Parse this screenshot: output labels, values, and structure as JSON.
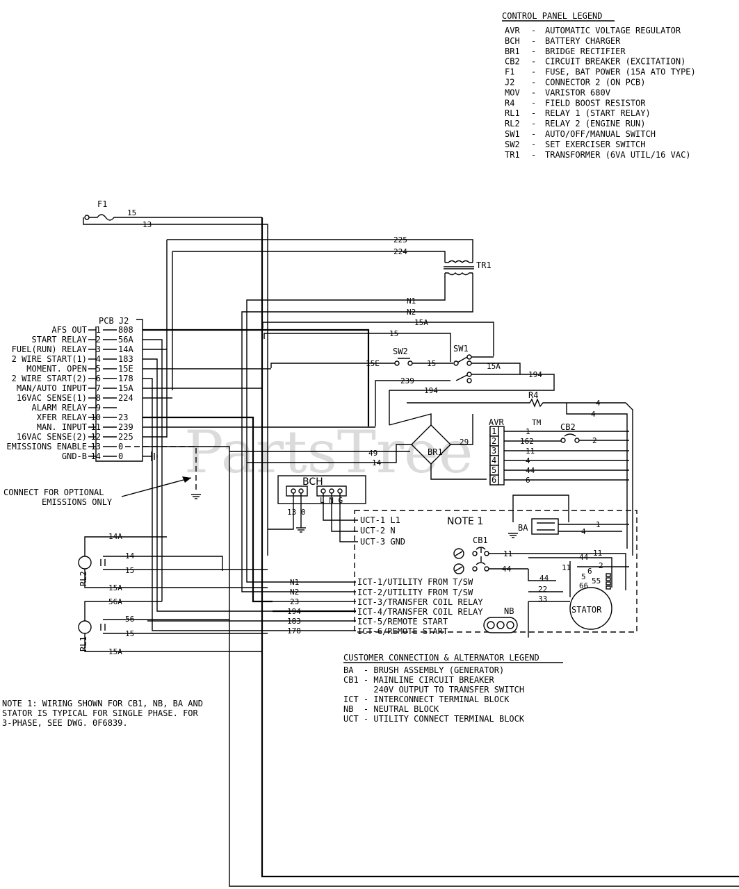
{
  "control_panel_legend": {
    "title": "CONTROL PANEL LEGEND",
    "items": [
      {
        "code": "AVR",
        "desc": "AUTOMATIC VOLTAGE REGULATOR"
      },
      {
        "code": "BCH",
        "desc": "BATTERY CHARGER"
      },
      {
        "code": "BR1",
        "desc": "BRIDGE RECTIFIER"
      },
      {
        "code": "CB2",
        "desc": "CIRCUIT BREAKER (EXCITATION)"
      },
      {
        "code": "F1",
        "desc": "FUSE, BAT POWER (15A ATO TYPE)"
      },
      {
        "code": "J2",
        "desc": "CONNECTOR 2 (ON PCB)"
      },
      {
        "code": "MOV",
        "desc": "VARISTOR 680V"
      },
      {
        "code": "R4",
        "desc": "FIELD BOOST RESISTOR"
      },
      {
        "code": "RL1",
        "desc": "RELAY 1 (START RELAY)"
      },
      {
        "code": "RL2",
        "desc": "RELAY 2 (ENGINE RUN)"
      },
      {
        "code": "SW1",
        "desc": "AUTO/OFF/MANUAL SWITCH"
      },
      {
        "code": "SW2",
        "desc": "SET EXERCISER SWITCH"
      },
      {
        "code": "TR1",
        "desc": "TRANSFORMER (6VA UTIL/16 VAC)"
      }
    ]
  },
  "customer_legend": {
    "title": "CUSTOMER CONNECTION & ALTERNATOR LEGEND",
    "lines": [
      "BA  - BRUSH ASSEMBLY (GENERATOR)",
      "CB1 - MAINLINE CIRCUIT BREAKER",
      "      240V OUTPUT TO TRANSFER SWITCH",
      "ICT - INTERCONNECT TERMINAL BLOCK",
      "NB  - NEUTRAL BLOCK",
      "UCT - UTILITY CONNECT TERMINAL BLOCK"
    ]
  },
  "note1": {
    "lines": [
      "NOTE 1: WIRING SHOWN FOR CB1, NB, BA AND",
      "STATOR IS TYPICAL FOR SINGLE PHASE. FOR",
      "3-PHASE, SEE DWG. 0F6839."
    ]
  },
  "pcb": {
    "title": "PCB J2",
    "pins": [
      {
        "label": "AFS OUT",
        "pin": "1",
        "wire": "808"
      },
      {
        "label": "START RELAY",
        "pin": "2",
        "wire": "56A"
      },
      {
        "label": "FUEL(RUN) RELAY",
        "pin": "3",
        "wire": "14A"
      },
      {
        "label": "2 WIRE START(1)",
        "pin": "4",
        "wire": "183"
      },
      {
        "label": "MOMENT. OPEN",
        "pin": "5",
        "wire": "15E"
      },
      {
        "label": "2 WIRE START(2)",
        "pin": "6",
        "wire": "178"
      },
      {
        "label": "MAN/AUTO INPUT",
        "pin": "7",
        "wire": "15A"
      },
      {
        "label": "16VAC SENSE(1)",
        "pin": "8",
        "wire": "224"
      },
      {
        "label": "ALARM RELAY",
        "pin": "9",
        "wire": ""
      },
      {
        "label": "XFER RELAY",
        "pin": "10",
        "wire": "23"
      },
      {
        "label": "MAN. INPUT",
        "pin": "11",
        "wire": "239"
      },
      {
        "label": "16VAC SENSE(2)",
        "pin": "12",
        "wire": "225"
      },
      {
        "label": "EMISSIONS ENABLE",
        "pin": "13",
        "wire": "0"
      },
      {
        "label": "GND-B",
        "pin": "14",
        "wire": "0"
      }
    ]
  },
  "labels": {
    "f1": "F1",
    "w15": "15",
    "w13": "13",
    "w225": "225",
    "w224": "224",
    "tr1": "TR1",
    "n1": "N1",
    "n2": "N2",
    "w15a": "15A",
    "w15b": "15",
    "sw2": "SW2",
    "sw1": "SW1",
    "w15e": "15E",
    "w15c": "15",
    "w15a2": "15A",
    "w194": "194",
    "w239": "239",
    "w194b": "194",
    "r4": "R4",
    "w4a": "4",
    "w4b": "4",
    "avr": "AVR",
    "cb2": "CB2",
    "w29": "29",
    "br1": "BR1",
    "w49": "49",
    "w14": "14",
    "bch": "BCH",
    "bch_lng": "L N G",
    "w13b": "13 0",
    "connect_optional": "CONNECT FOR OPTIONAL",
    "emissions_only": "EMISSIONS ONLY",
    "uct1": "UCT-1  L1",
    "uct2": "UCT-2  N",
    "uct3": "UCT-3 GND",
    "note1_box": "NOTE 1",
    "ba": "BA",
    "w1": "1",
    "w4c": "4",
    "cb1": "CB1",
    "w11": "11",
    "w44": "44",
    "w14a": "14A",
    "w14b": "14",
    "w15d": "15",
    "w15a3": "15A",
    "w56a": "56A",
    "w56": "56",
    "w15e2": "15",
    "w15a4": "15A",
    "rl2": "RL2",
    "rl1": "RL1",
    "ict1": "ICT-1/UTILITY FROM T/SW",
    "ict2": "ICT-2/UTILITY FROM T/SW",
    "ict3": "ICT-3/TRANSFER COIL RELAY",
    "ict4": "ICT-4/TRANSFER COIL RELAY",
    "ict5": "ICT-5/REMOTE START",
    "ict6": "ICT-6/REMOTE START",
    "wn1": "N1",
    "wn2": "N2",
    "w23": "23",
    "w194c": "194",
    "w183": "183",
    "w178": "178",
    "nb": "NB",
    "stator": "STATOR",
    "s11": "11",
    "s44": "44",
    "s2": "2",
    "s6": "6",
    "s5": "5",
    "s55": "55",
    "s66": "66",
    "s22": "22",
    "s33": "33",
    "s11b": "11",
    "s44b": "44"
  },
  "avr_terminals": [
    {
      "n": "1",
      "wire": "1"
    },
    {
      "n": "2",
      "wire": "162"
    },
    {
      "n": "3",
      "wire": "11"
    },
    {
      "n": "4",
      "wire": "4"
    },
    {
      "n": "5",
      "wire": "44"
    },
    {
      "n": "6",
      "wire": "6"
    }
  ],
  "cb2_out": "2",
  "watermark": "PartsTree",
  "watermark_tm": "TM"
}
